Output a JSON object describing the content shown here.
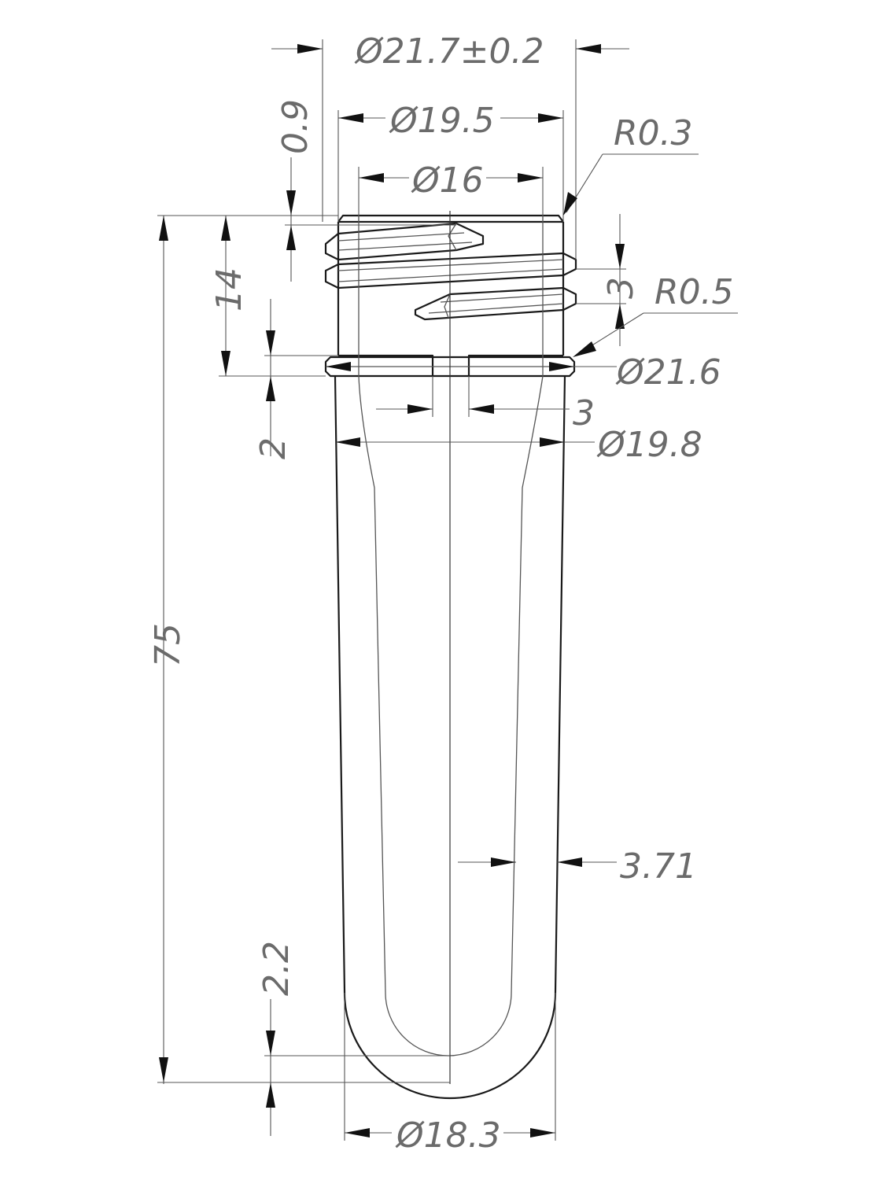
{
  "dimensions": {
    "dia_21_7": "Ø21.7±0.2",
    "dia_19_5": "Ø19.5",
    "dia_16": "Ø16",
    "radius_0_3": "R0.3",
    "height_0_9": "0.9",
    "height_14": "14",
    "height_3_thread": "3",
    "radius_0_5": "R0.5",
    "dia_21_6": "Ø21.6",
    "width_3": "3",
    "height_2": "2",
    "dia_19_8": "Ø19.8",
    "length_75": "75",
    "wall_3_71": "3.71",
    "bottom_2_2": "2.2",
    "dia_18_3": "Ø18.3"
  }
}
